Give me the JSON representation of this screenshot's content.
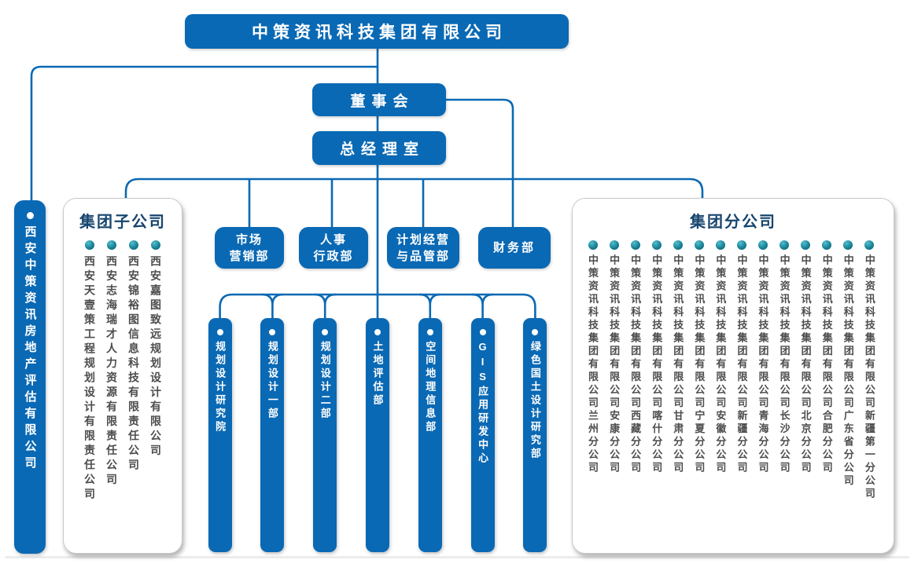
{
  "colors": {
    "primary_blue": "#0a69b4",
    "card_title_navy": "#17456f",
    "column_text_gray": "#4d4d4d",
    "dot_teal": "#1a8296",
    "card_border_gray": "#c9c9c9"
  },
  "root_company": {
    "name": "中策资讯科技集团有限公司"
  },
  "board": {
    "label": "董事会"
  },
  "gm_office": {
    "label": "总经理室"
  },
  "standalone_company": {
    "name": "西安中策资讯房地产评估有限公司"
  },
  "departments": {
    "items": [
      {
        "label": "市场\n营销部"
      },
      {
        "label": "人事\n行政部"
      },
      {
        "label": "计划经营\n与品管部"
      },
      {
        "label": "财务部"
      }
    ]
  },
  "divisions": {
    "items": [
      {
        "label": "规划设计研究院"
      },
      {
        "label": "规划设计一部"
      },
      {
        "label": "规划设计二部"
      },
      {
        "label": "土地评估部"
      },
      {
        "label": "空间地理信息部"
      },
      {
        "label": "GIS应用研发中心"
      },
      {
        "label": "绿色国土设计研究部"
      }
    ]
  },
  "subsidiaries": {
    "title": "集团子公司",
    "items": [
      {
        "name": "西安天壹策工程规划设计有限责任公司"
      },
      {
        "name": "西安志海瑞才人力资源有限责任公司"
      },
      {
        "name": "西安锦裕图信息科技有限责任公司"
      },
      {
        "name": "西安嘉图致远规划设计有限公司"
      }
    ]
  },
  "branches": {
    "title": "集团分公司",
    "items": [
      {
        "name": "中策资讯科技集团有限公司兰州分公司"
      },
      {
        "name": "中策资讯科技集团有限公司安康分公司"
      },
      {
        "name": "中策资讯科技集团有限公司西藏分公司"
      },
      {
        "name": "中策资讯科技集团有限公司喀什分公司"
      },
      {
        "name": "中策资讯科技集团有限公司甘肃分公司"
      },
      {
        "name": "中策资讯科技集团有限公司宁夏分公司"
      },
      {
        "name": "中策资讯科技集团有限公司安徽分公司"
      },
      {
        "name": "中策资讯科技集团有限公司新疆分公司"
      },
      {
        "name": "中策资讯科技集团有限公司青海分公司"
      },
      {
        "name": "中策资讯科技集团有限公司长沙分公司"
      },
      {
        "name": "中策资讯科技集团有限公司北京分公司"
      },
      {
        "name": "中策资讯科技集团有限公司合肥分公司"
      },
      {
        "name": "中策资讯科技集团有限公司广东省分公司"
      },
      {
        "name": "中策资讯科技集团有限公司新疆第一分公司"
      }
    ]
  }
}
